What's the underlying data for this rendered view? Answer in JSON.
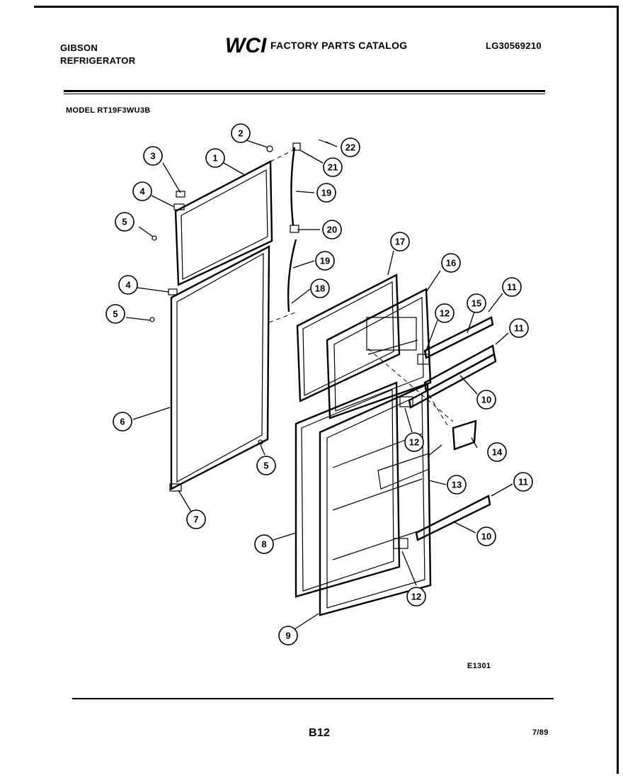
{
  "header": {
    "brand_line1": "GIBSON",
    "brand_line2": "REFRIGERATOR",
    "logo_text": "WCI",
    "catalog_title": "FACTORY PARTS CATALOG",
    "doc_id": "LG30569210",
    "model": "MODEL RT19F3WU3B"
  },
  "diagram": {
    "id": "E1301",
    "callouts": [
      "1",
      "2",
      "3",
      "4",
      "4",
      "5",
      "5",
      "5",
      "6",
      "7",
      "8",
      "9",
      "10",
      "10",
      "11",
      "11",
      "11",
      "12",
      "12",
      "12",
      "13",
      "14",
      "15",
      "16",
      "17",
      "18",
      "19",
      "19",
      "20",
      "21",
      "22"
    ]
  },
  "footer": {
    "page": "B12",
    "date": "7/89"
  }
}
